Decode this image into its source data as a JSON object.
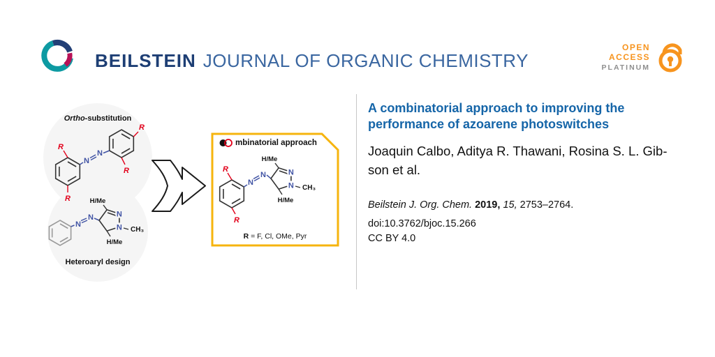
{
  "header": {
    "brand": "BEILSTEIN",
    "journal_name": "JOURNAL OF ORGANIC CHEMISTRY",
    "open_access": {
      "open": "OPEN",
      "access": "ACCESS",
      "platinum": "PLATINUM"
    }
  },
  "graphic": {
    "top_concept": {
      "label_italic": "Ortho",
      "label_rest": "-substitution"
    },
    "bottom_concept": {
      "label": "Heteroaryl design"
    },
    "combin_box": {
      "title": "mbinatorial approach",
      "substituents_bold": "R",
      "substituents_rest": " = F, Cl, OMe, Pyr"
    },
    "atoms": {
      "n": "N",
      "r": "R",
      "h_me": "H/Me",
      "ch3": "CH₃"
    }
  },
  "article": {
    "title": "A combinatorial approach to improving the performance of azoarene photoswitches",
    "authors": "Joaquin Calbo, Aditya R. Thawani, Rosina S. L. Gib­son et al.",
    "citation": {
      "journal": "Beilstein J. Org. Chem.",
      "year": "2019,",
      "volume": "15,",
      "pages": "2753–2764."
    },
    "doi": "doi:10.3762/bjoc.15.266",
    "license": "CC BY 4.0"
  },
  "colors": {
    "brand_navy": "#1d3e74",
    "journal_blue": "#3a66a0",
    "title_blue": "#1565a8",
    "open_access_orange": "#f7941e",
    "platinum_gray": "#8e8e8e",
    "box_gold": "#f6b40e",
    "substituent_red": "#e2001a",
    "azo_blue": "#4053a4"
  }
}
